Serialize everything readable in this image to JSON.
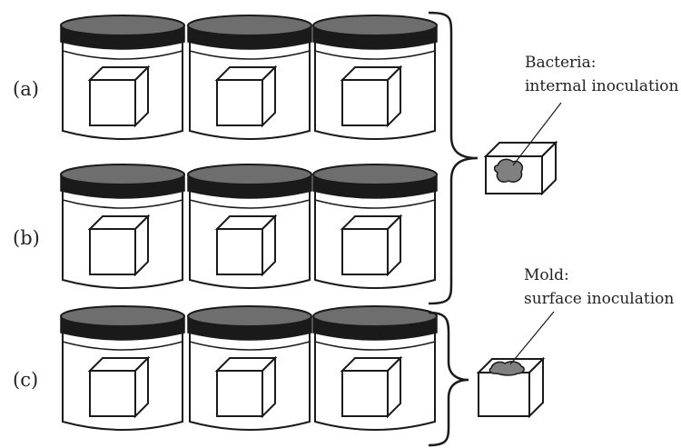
{
  "rows": [
    {
      "label": "(a)"
    },
    {
      "label": "(b)"
    },
    {
      "label": "(c)"
    }
  ],
  "annotations": {
    "bacteria": {
      "line1": "Bacteria:",
      "line2": "internal inoculation"
    },
    "mold": {
      "line1": "Mold:",
      "line2": "surface inoculation"
    }
  },
  "colors": {
    "lid_top": "#6e6e6e",
    "lid_band": "#1a1a1a",
    "outline": "#1a1a1a",
    "inoculum": "#808080"
  }
}
